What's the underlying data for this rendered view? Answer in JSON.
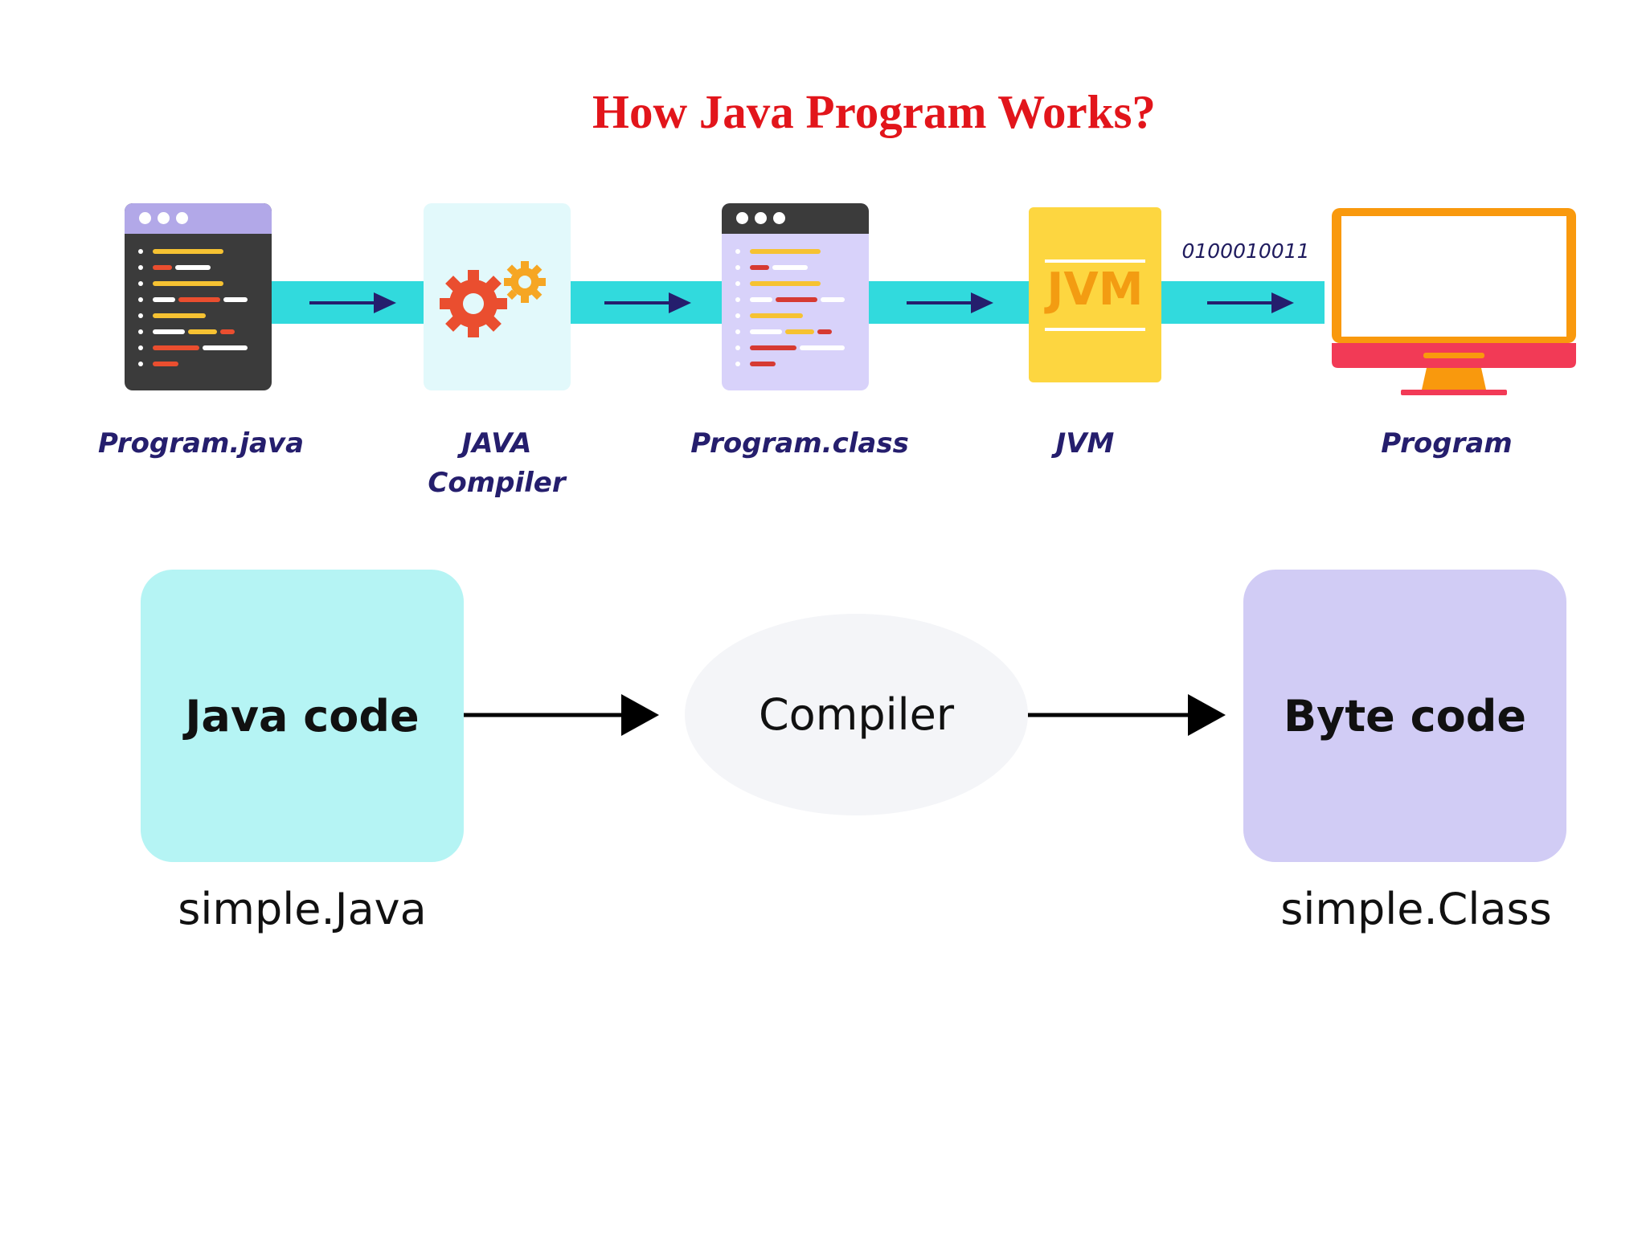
{
  "title": "How Java Program Works?",
  "pipeline": {
    "steps": [
      {
        "label_line1": "Program.java",
        "label_line2": "",
        "icon": "code-window-icon"
      },
      {
        "label_line1": "JAVA",
        "label_line2": "Compiler",
        "icon": "gears-icon"
      },
      {
        "label_line1": "Program.class",
        "label_line2": "",
        "icon": "class-file-icon"
      },
      {
        "label_line1": "JVM",
        "label_line2": "",
        "icon": "jvm-icon"
      },
      {
        "label_line1": "Program",
        "label_line2": "",
        "icon": "monitor-icon"
      }
    ],
    "jvm_icon_text": "JVM",
    "binary_text": "0100010011"
  },
  "compile_flow": {
    "source": {
      "title": "Java code",
      "file": "simple.Java"
    },
    "compiler": {
      "label": "Compiler"
    },
    "output": {
      "title": "Byte code",
      "file": "simple.Class"
    }
  },
  "colors": {
    "title": "#e2151b",
    "band": "#31dadd",
    "arrow": "#251e6d",
    "label": "#251e6d",
    "java_box": "#b5f4f4",
    "byte_box": "#d1ccf5",
    "compiler_ellipse": "#f4f5f8",
    "jvm_yellow": "#fdd640",
    "monitor_orange": "#f9990d",
    "monitor_red": "#f23a56"
  }
}
